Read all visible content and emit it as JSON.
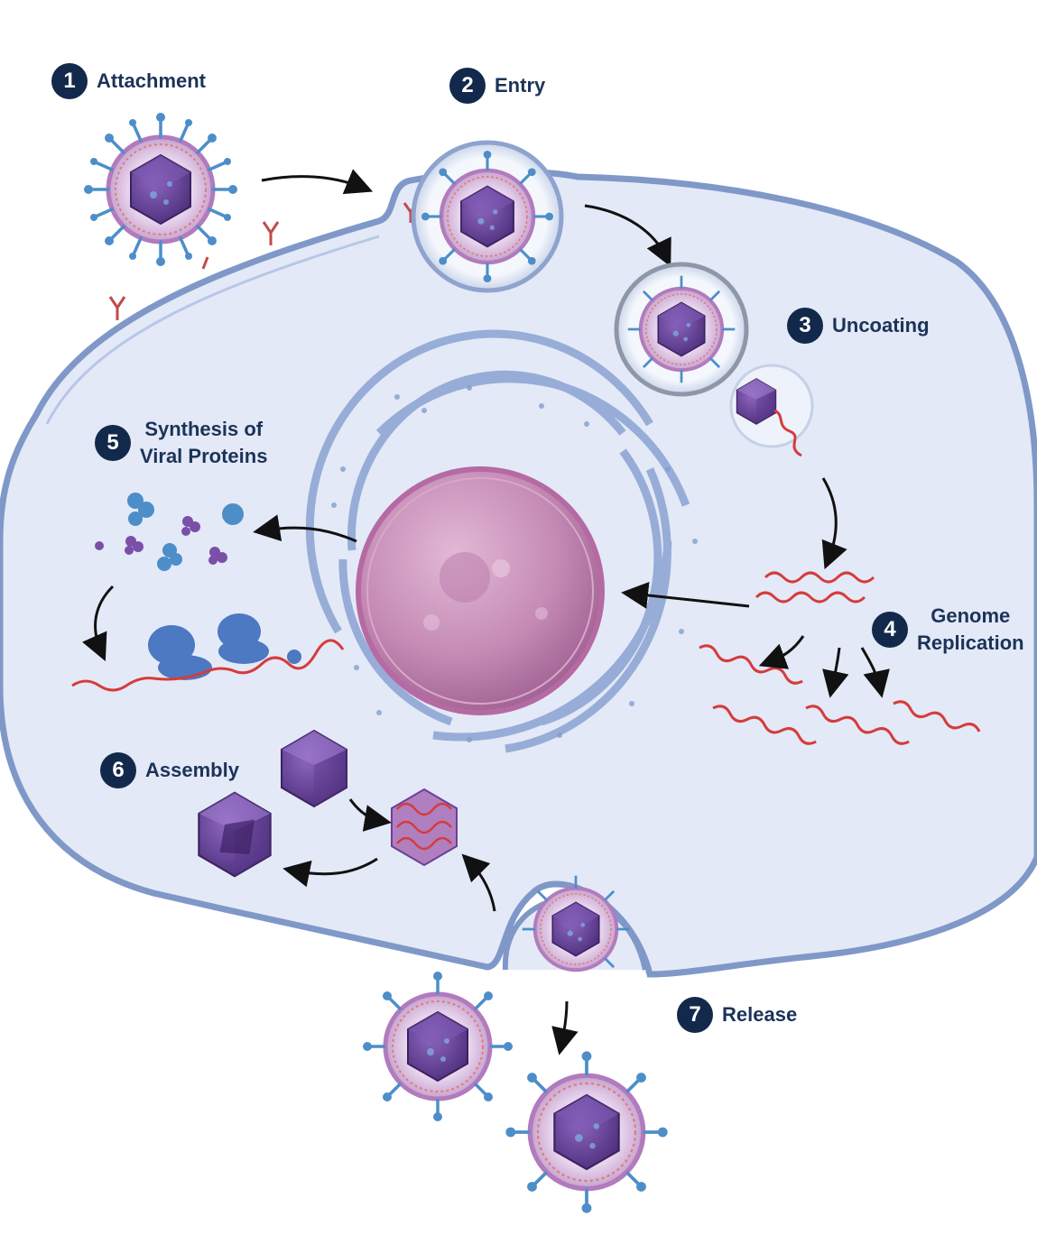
{
  "diagram": {
    "steps": [
      {
        "number": "1",
        "label": "Attachment"
      },
      {
        "number": "2",
        "label": "Entry"
      },
      {
        "number": "3",
        "label": "Uncoating"
      },
      {
        "number": "4",
        "label": "Genome\nReplication"
      },
      {
        "number": "5",
        "label": "Synthesis of\nViral Proteins"
      },
      {
        "number": "6",
        "label": "Assembly"
      },
      {
        "number": "7",
        "label": "Release"
      }
    ]
  },
  "colors": {
    "badge": "#13294b",
    "label": "#1c3357",
    "cytoplasm": "#e3e9f7",
    "membrane": "#7f98c8",
    "nucleus": "#c98fb8",
    "capsid": "#6a3f98",
    "spike": "#4d8ec9",
    "rna": "#d63b3b"
  }
}
